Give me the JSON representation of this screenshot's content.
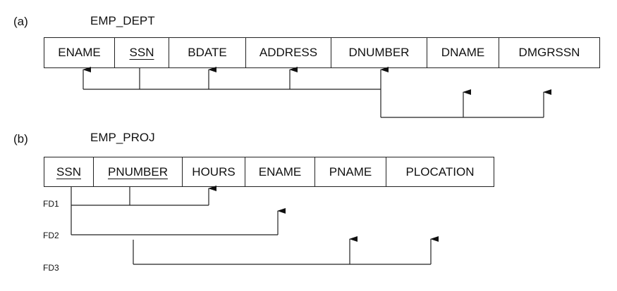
{
  "a": {
    "label": "(a)",
    "name": "EMP_DEPT",
    "attributes": [
      {
        "name": "ENAME",
        "key": false
      },
      {
        "name": "SSN",
        "key": true
      },
      {
        "name": "BDATE",
        "key": false
      },
      {
        "name": "ADDRESS",
        "key": false
      },
      {
        "name": "DNUMBER",
        "key": false
      },
      {
        "name": "DNAME",
        "key": false
      },
      {
        "name": "DMGRSSN",
        "key": false
      }
    ],
    "dependencies": [
      {
        "from": [
          "SSN"
        ],
        "to": [
          "ENAME",
          "BDATE",
          "ADDRESS",
          "DNUMBER"
        ]
      },
      {
        "from": [
          "DNUMBER"
        ],
        "to": [
          "DNAME",
          "DMGRSSN"
        ]
      }
    ]
  },
  "b": {
    "label": "(b)",
    "name": "EMP_PROJ",
    "attributes": [
      {
        "name": "SSN",
        "key": true
      },
      {
        "name": "PNUMBER",
        "key": true
      },
      {
        "name": "HOURS",
        "key": false
      },
      {
        "name": "ENAME",
        "key": false
      },
      {
        "name": "PNAME",
        "key": false
      },
      {
        "name": "PLOCATION",
        "key": false
      }
    ],
    "dependencies": [
      {
        "label": "FD1",
        "from": [
          "SSN",
          "PNUMBER"
        ],
        "to": [
          "HOURS"
        ]
      },
      {
        "label": "FD2",
        "from": [
          "SSN"
        ],
        "to": [
          "ENAME"
        ]
      },
      {
        "label": "FD3",
        "from": [
          "PNUMBER"
        ],
        "to": [
          "PNAME",
          "PLOCATION"
        ]
      }
    ]
  }
}
